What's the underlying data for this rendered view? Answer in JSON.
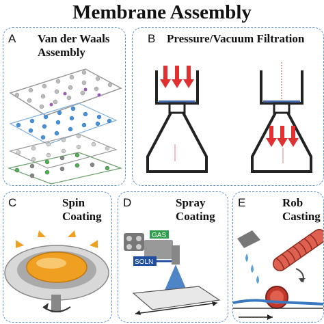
{
  "title": "Membrane Assembly",
  "panels": {
    "a": {
      "letter": "A",
      "title_line1": "Van der Waals",
      "title_line2": "Assembly"
    },
    "b": {
      "letter": "B",
      "title": "Pressure/Vacuum Filtration"
    },
    "c": {
      "letter": "C",
      "title_line1": "Spin",
      "title_line2": "Coating"
    },
    "d": {
      "letter": "D",
      "title_line1": "Spray",
      "title_line2": "Coating",
      "gas_label": "GAS",
      "soln_label": "SOLN"
    },
    "e": {
      "letter": "E",
      "title_line1": "Rob",
      "title_line2": "Casting"
    }
  },
  "colors": {
    "panel_border": "#5b8fc7",
    "arrow_red": "#e03030",
    "spin_orange": "#f0a020",
    "spray_blue": "#3a78c0",
    "rod_red": "#c0392b"
  }
}
